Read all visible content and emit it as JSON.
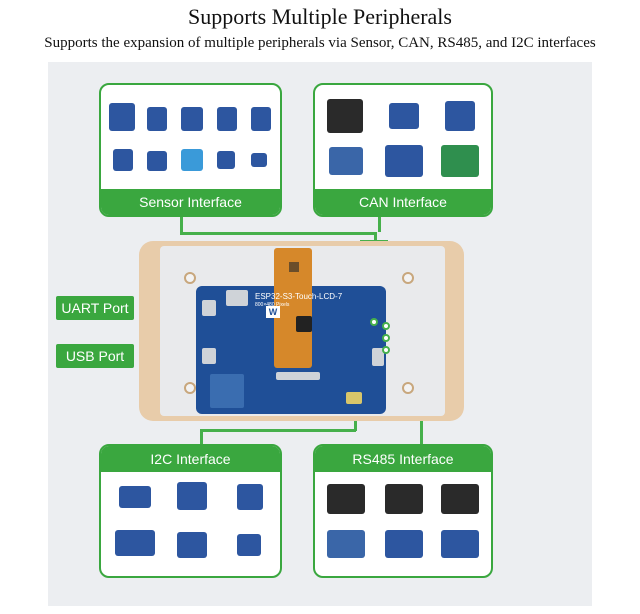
{
  "header": {
    "title": "Supports Multiple Peripherals",
    "subtitle": "Supports the expansion of multiple peripherals via Sensor, CAN, RS485, and I2C interfaces"
  },
  "panels": {
    "sensor": {
      "label": "Sensor Interface"
    },
    "can": {
      "label": "CAN Interface"
    },
    "i2c": {
      "label": "I2C Interface"
    },
    "rs485": {
      "label": "RS485 Interface"
    }
  },
  "ports": {
    "uart": {
      "label": "UART Port"
    },
    "usb": {
      "label": "USB Port"
    }
  },
  "board": {
    "name": "ESP32-S3-Touch-LCD-7",
    "resolution": "800×480 Pixels",
    "logo": "W"
  },
  "colors": {
    "accent": "#3aa73f",
    "pcb": "#1f4f97",
    "frame": "#e8ccaa"
  }
}
